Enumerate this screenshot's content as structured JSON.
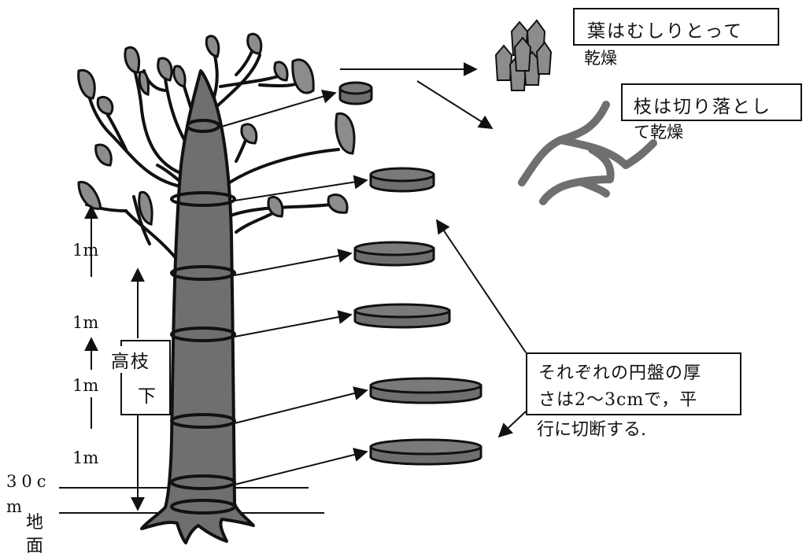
{
  "callouts": {
    "leaves": {
      "line1": "葉はむしりとって",
      "line2": "乾燥"
    },
    "branches": {
      "line1": "枝は切り落とし",
      "line2": "て乾燥"
    },
    "discs": {
      "line1": "それぞれの円盤の厚",
      "line2": "さは2～3cmで，平",
      "line3": "行に切断する."
    }
  },
  "heights": {
    "ground_offset_a": "30c",
    "ground_offset_b": "m",
    "segment_1": "1m",
    "segment_2": "1m",
    "segment_3": "1m",
    "segment_4": "1m"
  },
  "labels": {
    "ground_a": "地",
    "ground_b": "面",
    "branch_height_a": "高枝",
    "branch_height_b": "下"
  },
  "colors": {
    "trunk": "#6f6f6f",
    "leaf": "#8c8c8c",
    "outline": "#111111",
    "paper": "#ffffff"
  }
}
